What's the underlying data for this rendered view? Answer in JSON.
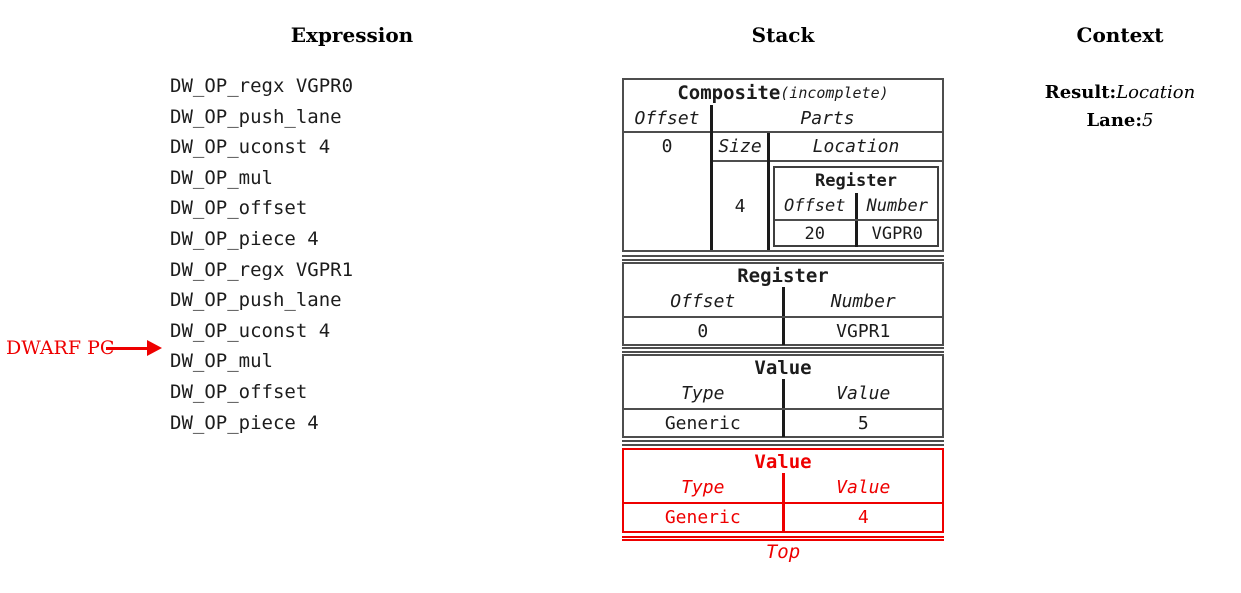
{
  "columns": {
    "expression": "Expression",
    "stack": "Stack",
    "context": "Context"
  },
  "expression": {
    "items": [
      "DW_OP_regx VGPR0",
      "DW_OP_push_lane",
      "DW_OP_uconst 4",
      "DW_OP_mul",
      "DW_OP_offset",
      "DW_OP_piece 4",
      "DW_OP_regx VGPR1",
      "DW_OP_push_lane",
      "DW_OP_uconst 4",
      "DW_OP_mul",
      "DW_OP_offset",
      "DW_OP_piece 4"
    ],
    "pc_label": "DWARF PC",
    "pc_target_index": 9
  },
  "stack": {
    "entries": [
      {
        "kind": "composite",
        "title": "Composite",
        "title_suffix": "(incomplete)",
        "columns": {
          "offset": "Offset",
          "parts": "Parts",
          "size": "Size",
          "location": "Location"
        },
        "offset_value": "0",
        "size_value": "4",
        "location": {
          "kind": "register",
          "title": "Register",
          "columns": {
            "offset": "Offset",
            "number": "Number"
          },
          "offset_value": "20",
          "number_value": "VGPR0"
        }
      },
      {
        "kind": "register",
        "title": "Register",
        "columns": {
          "offset": "Offset",
          "number": "Number"
        },
        "offset_value": "0",
        "number_value": "VGPR1"
      },
      {
        "kind": "value",
        "title": "Value",
        "columns": {
          "type": "Type",
          "value": "Value"
        },
        "type_value": "Generic",
        "value_value": "5"
      },
      {
        "kind": "value",
        "title": "Value",
        "columns": {
          "type": "Type",
          "value": "Value"
        },
        "type_value": "Generic",
        "value_value": "4",
        "highlight": "red"
      }
    ],
    "top_label": "Top"
  },
  "context": {
    "result_label": "Result:",
    "result_value": "Location",
    "lane_label": "Lane:",
    "lane_value": "5"
  },
  "colors": {
    "highlight_red": "#ee0000",
    "border_gray": "#4d4d4d",
    "divider_dark": "#1a1a1a",
    "text": "#1c1c1c"
  }
}
